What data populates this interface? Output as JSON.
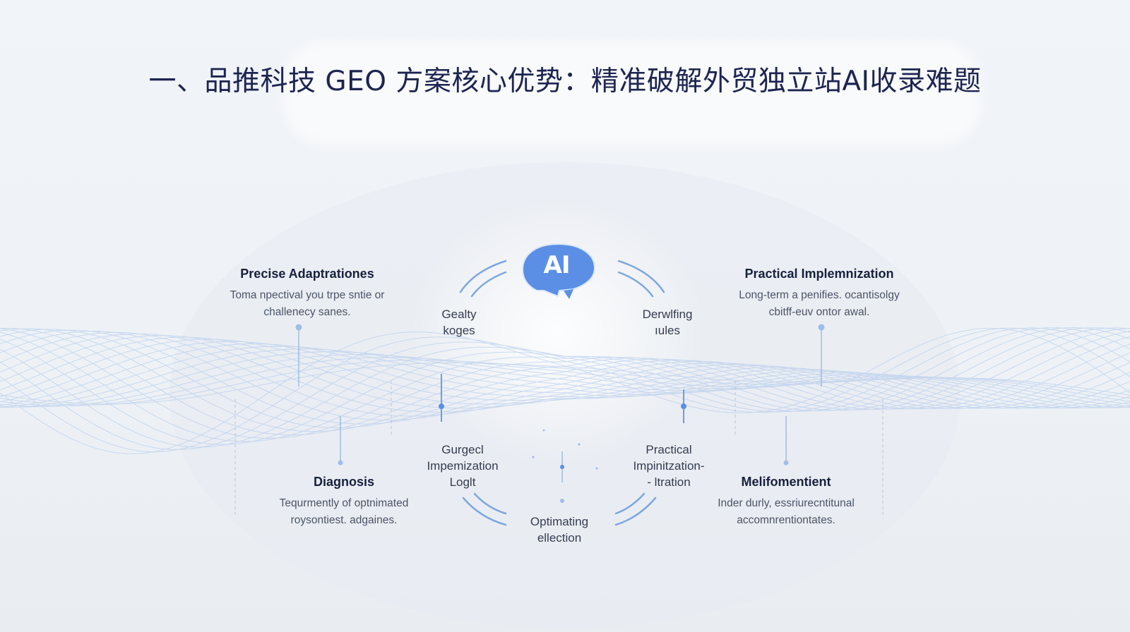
{
  "title": "一、品推科技 GEO 方案核心优势：精准破解外贸独立站AI收录难题",
  "center_badge": {
    "text": "AI",
    "icon": "ai-speech-bubble-icon",
    "color": "#5b8fe6"
  },
  "outer_nodes": [
    {
      "title": "Precise Adaptrationes",
      "desc": "Toma npectival you trpe sntie or\nchallenecy sanes."
    },
    {
      "title": "Practical Implemnization",
      "desc": "Long-term a penifies. ocantisolgy\ncbitff-euv ontor awal."
    },
    {
      "title": "Diagnosis",
      "desc": "Tequrmently of optnimated\nroysontiest. adgaines."
    },
    {
      "title": "Melifomentient",
      "desc": "Inder durly, essriurecntitunal\naccomnrentiontates."
    }
  ],
  "inner_labels": [
    "Gealty\nkoges",
    "Derwlfing\nıules",
    "Gurgecl\nImpemization\nLoglt",
    "Practical\nImpinitzation-\n- ltration",
    "Optimating\nellection"
  ],
  "colors": {
    "accent": "#6d9ee0",
    "title": "#1d2450",
    "wave": "#a9c4ea"
  }
}
